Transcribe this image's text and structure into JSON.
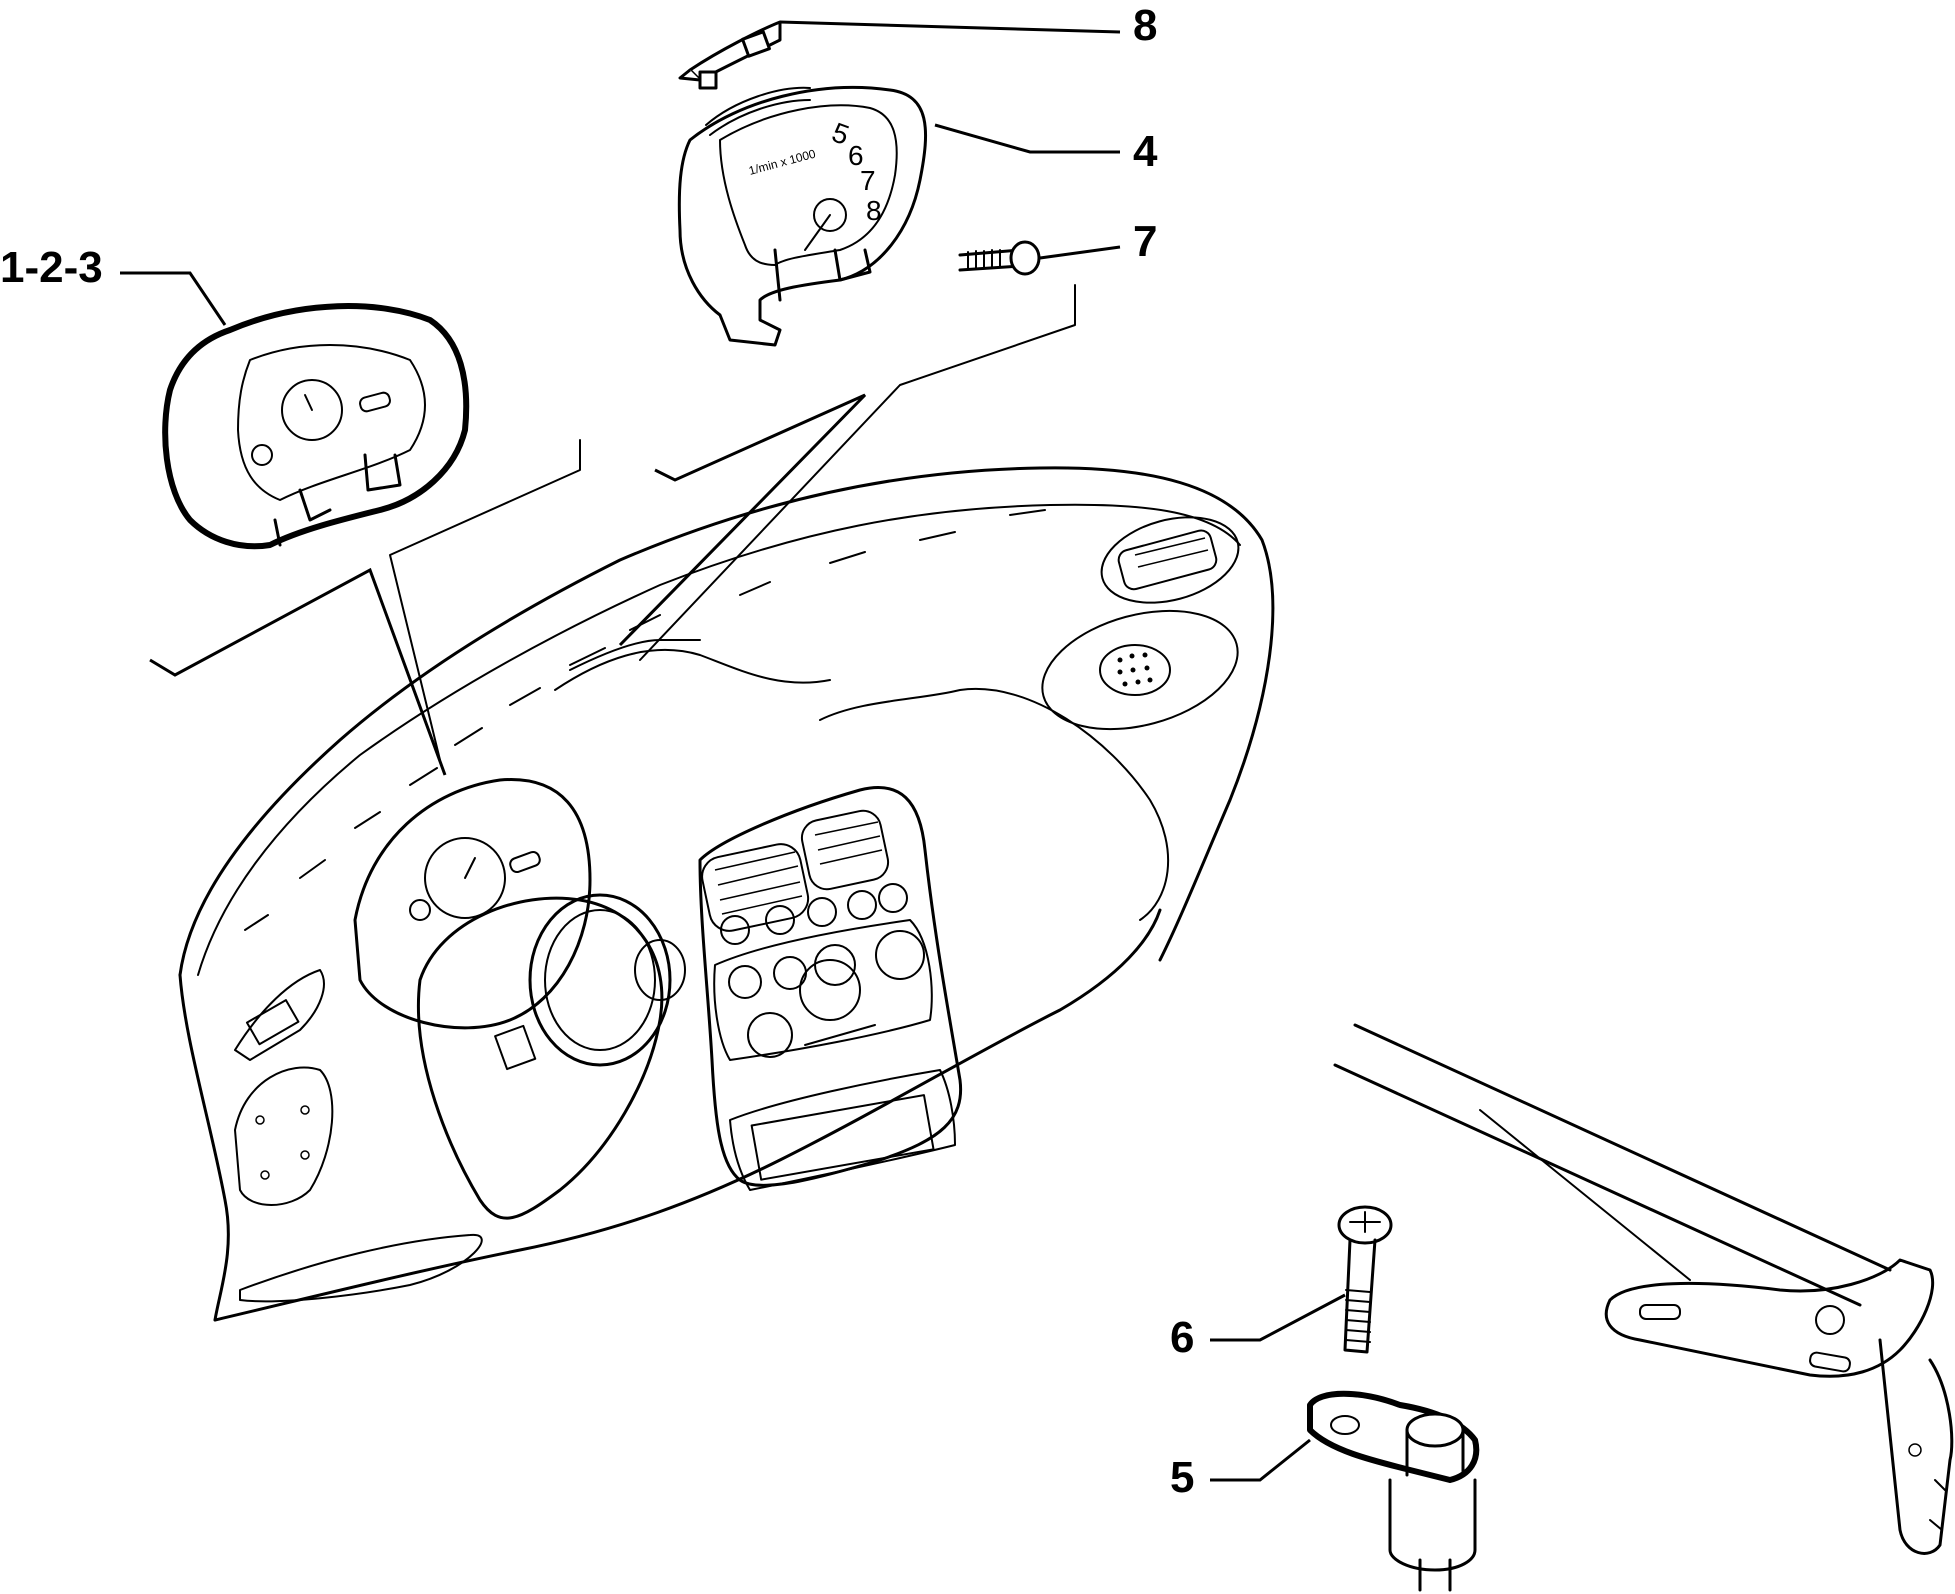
{
  "diagram": {
    "callouts": [
      {
        "id": "part-1-2-3",
        "label": "1-2-3"
      },
      {
        "id": "part-4",
        "label": "4"
      },
      {
        "id": "part-5",
        "label": "5"
      },
      {
        "id": "part-6",
        "label": "6"
      },
      {
        "id": "part-7",
        "label": "7"
      },
      {
        "id": "part-8",
        "label": "8"
      }
    ],
    "tachometer_face": {
      "scale_text": "1/min x 1000",
      "numerals": [
        "5",
        "6",
        "7",
        "8"
      ]
    }
  }
}
